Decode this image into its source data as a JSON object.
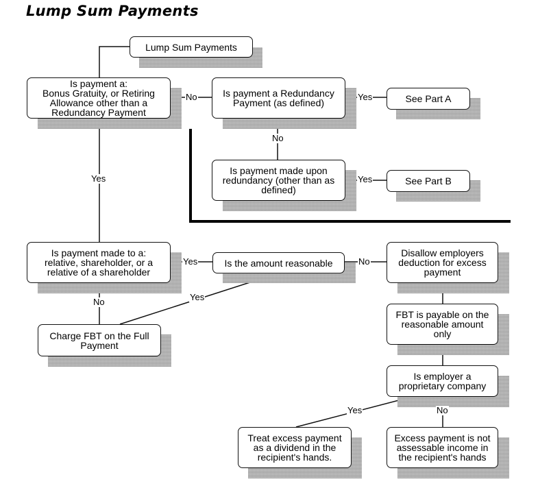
{
  "title": "Lump Sum Payments",
  "nodes": {
    "start": "Lump Sum Payments",
    "bonus": "Is payment a:\nBonus Gratuity, or Retiring\nAllowance other than a\nRedundancy Payment",
    "redundancy": "Is payment a Redundancy\nPayment (as defined)",
    "part_a": "See Part A",
    "upon_redundancy": "Is payment made upon\nredundancy (other than as\ndefined)",
    "part_b": "See Part B",
    "relative": "Is payment made to a:\nrelative, shareholder, or a\nrelative of a shareholder",
    "reasonable": "Is the amount reasonable",
    "disallow": "Disallow employers\ndeduction for excess\npayment",
    "charge_fbt": "Charge FBT on the Full\nPayment",
    "fbt_reasonable": "FBT is payable on the\nreasonable amount\nonly",
    "proprietary": "Is employer a\nproprietary company",
    "dividend": "Treat excess payment\nas a dividend in the\nrecipient's hands.",
    "not_assessable": "Excess  payment is not\nassessable income in\nthe recipient's hands"
  },
  "edge_labels": {
    "bonus_no": "No",
    "redundancy_yes": "Yes",
    "redundancy_no": "No",
    "upon_yes": "Yes",
    "bonus_yes": "Yes",
    "relative_yes": "Yes",
    "relative_no": "No",
    "reasonable_no": "No",
    "reasonable_yes": "Yes",
    "proprietary_yes": "Yes",
    "proprietary_no": "No"
  }
}
